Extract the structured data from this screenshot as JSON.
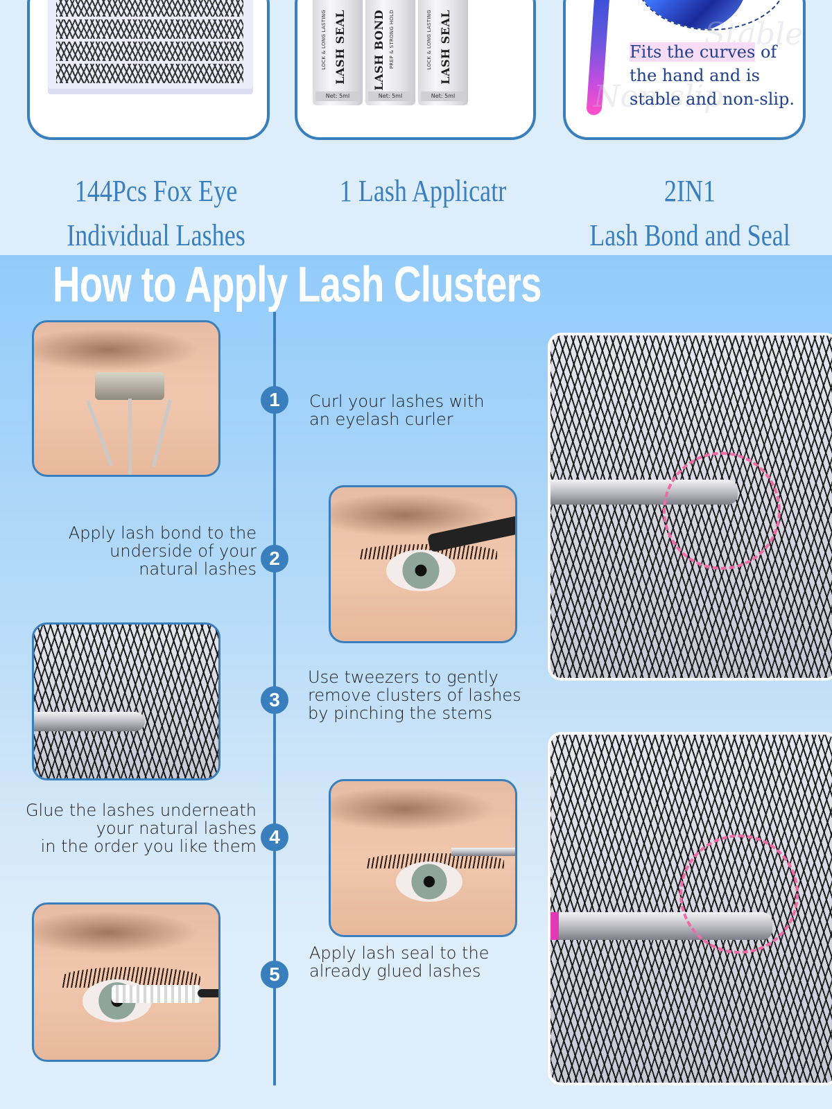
{
  "products": {
    "cards": [
      {
        "id": "lashes",
        "image": "lash-tray-image"
      },
      {
        "id": "bottles",
        "image": "bottles-image",
        "bottles": [
          {
            "title": "LASH SEAL",
            "subtitle": "LOCK & LONG LASTING",
            "net": "Net: 5ml"
          },
          {
            "title": "LASH BOND",
            "subtitle": "PREP & STRONG HOLD",
            "net": "Net: 5ml"
          },
          {
            "title": "LASH SEAL",
            "subtitle": "LOCK & LONG LASTING",
            "net": "Net: 5ml"
          }
        ]
      },
      {
        "id": "tweezer",
        "image": "tweezer-image",
        "caption_highlight": "Fits the curves",
        "caption_rest": " of the hand  and is stable and non-slip.",
        "watermarks": [
          "Stable",
          "Non-slip"
        ]
      }
    ],
    "titles": [
      {
        "line1": "144Pcs Fox Eye",
        "line2": "Individual Lashes"
      },
      {
        "line1": "1 Lash Applicatr",
        "line2": ""
      },
      {
        "line1": "2IN1",
        "line2": "Lash Bond and Seal"
      }
    ]
  },
  "howto": {
    "title": "How to Apply Lash Clusters",
    "steps": [
      {
        "number": "1",
        "text": "Curl your lashes with\nan eyelash curler",
        "side": "right",
        "photo": "eyelash-curler-photo"
      },
      {
        "number": "2",
        "text": "Apply lash bond to the\nunderside of your\nnatural lashes",
        "side": "left",
        "photo": "lash-bond-wand-photo"
      },
      {
        "number": "3",
        "text": "Use tweezers to gently\nremove clusters of lashes\nby pinching the stems",
        "side": "right",
        "photo": "tweezer-clusters-photo"
      },
      {
        "number": "4",
        "text": "Glue the lashes underneath\nyour natural lashes\nin the order you like them",
        "side": "left",
        "photo": "glue-lashes-photo"
      },
      {
        "number": "5",
        "text": "Apply lash seal to the\nalready glued lashes",
        "side": "right",
        "photo": "lash-seal-wand-photo"
      }
    ],
    "large_photos": [
      "tweezer-closeup-top",
      "tweezer-closeup-bottom"
    ]
  },
  "colors": {
    "accent_blue": "#3a7fbd",
    "light_bg": "#deedfa",
    "section_bg": "#92cbfa",
    "highlight_pink": "#f06aa6",
    "caption_navy": "#1f3f8f"
  }
}
